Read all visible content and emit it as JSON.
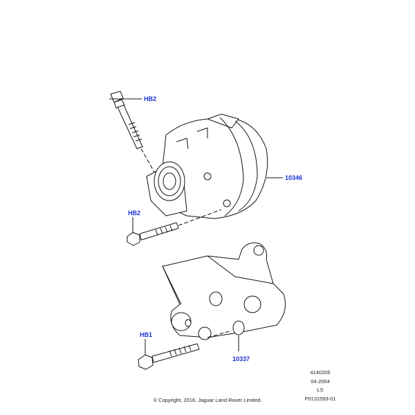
{
  "callouts": {
    "hb2_top": "HB2",
    "alternator": "10346",
    "hb2_mid": "HB2",
    "hb1": "HB1",
    "bracket": "10337"
  },
  "meta": {
    "line1": "4140205",
    "line2": "04-2004",
    "line3": "LS",
    "line4": "P0131593-01"
  },
  "copyright": "© Copyright, 2016. Jaguar Land Rover Limited."
}
